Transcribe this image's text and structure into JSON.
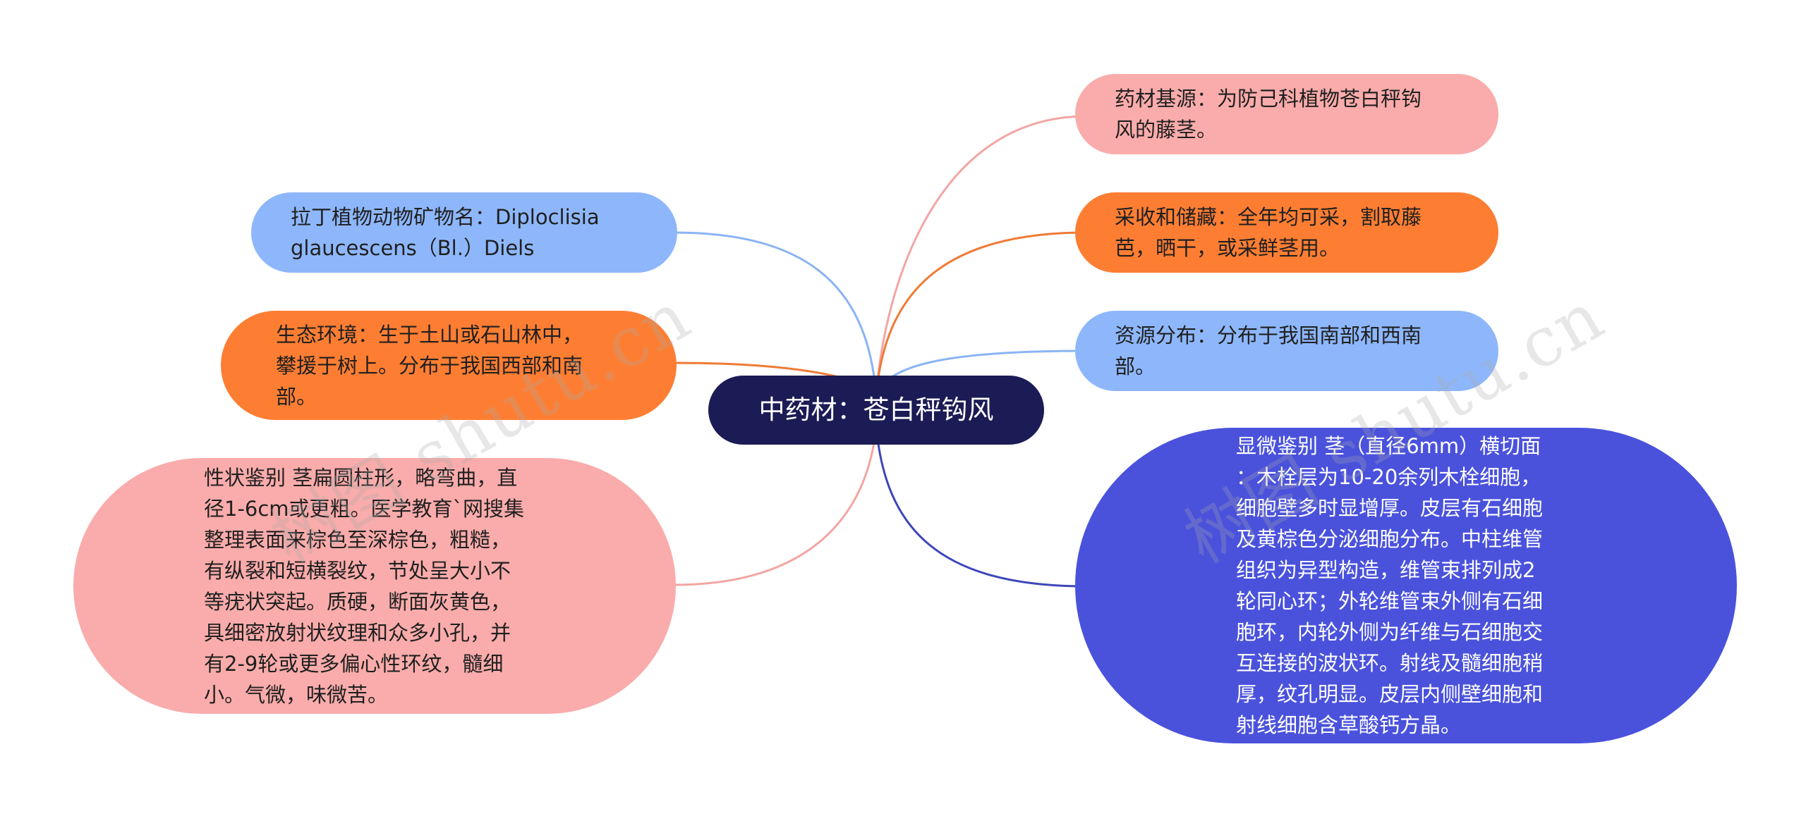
{
  "mindmap": {
    "root": {
      "text": "中药材：苍白秤钩风",
      "color": "#1b1b55"
    },
    "branches": [
      {
        "id": "yaocai-jiyuan",
        "text": "药材基源：为防己科植物苍白秤钩\n风的藤茎。",
        "fill": "#f9acab",
        "line": "#f2a6a3"
      },
      {
        "id": "caishou-chucang",
        "text": "采收和储藏：全年均可采，割取藤\n芭，晒干，或采鲜茎用。",
        "fill": "#fd7e33",
        "line": "#f07a35"
      },
      {
        "id": "ziyuan-fenbu",
        "text": "资源分布：分布于我国南部和西南\n部。",
        "fill": "#8eb7fb",
        "line": "#8ab4f4"
      },
      {
        "id": "xianwei-jianbie",
        "text": "显微鉴别 茎（直径6mm）横切面\n：木栓层为10-20余列木栓细胞，\n细胞壁多时显增厚。皮层有石细胞\n及黄棕色分泌细胞分布。中柱维管\n组织为异型构造，维管束排列成2\n轮同心环；外轮维管束外侧有石细\n胞环，内轮外侧为纤维与石细胞交\n互连接的波状环。射线及髓细胞稍\n厚，纹孔明显。皮层内侧壁细胞和\n射线细胞含草酸钙方晶。",
        "fill": "#4a52dc",
        "line": "#3d46b8"
      },
      {
        "id": "lading-ming",
        "text": "拉丁植物动物矿物名：Diploclisia\nglaucescens（Bl.）Diels",
        "fill": "#8eb7fb",
        "line": "#8ab4f4"
      },
      {
        "id": "shengtai-huanjing",
        "text": "生态环境：生于土山或石山林中，\n攀援于树上。分布于我国西部和南\n部。",
        "fill": "#fd7e33",
        "line": "#f07a35"
      },
      {
        "id": "xingzhuang-jianbie",
        "text": "性状鉴别 茎扁圆柱形，略弯曲，直\n径1-6cm或更粗。医学教育`网搜集\n整理表面来棕色至深棕色，粗糙，\n有纵裂和短横裂纹，节处呈大小不\n等疣状突起。质硬，断面灰黄色，\n具细密放射状纹理和众多小孔，并\n有2-9轮或更多偏心性环纹，髓细\n小。气微，味微苦。",
        "fill": "#f9acab",
        "line": "#f2a6a3"
      }
    ]
  },
  "watermarks": [
    "树图 shutu.cn",
    "树图 shutu.cn"
  ]
}
